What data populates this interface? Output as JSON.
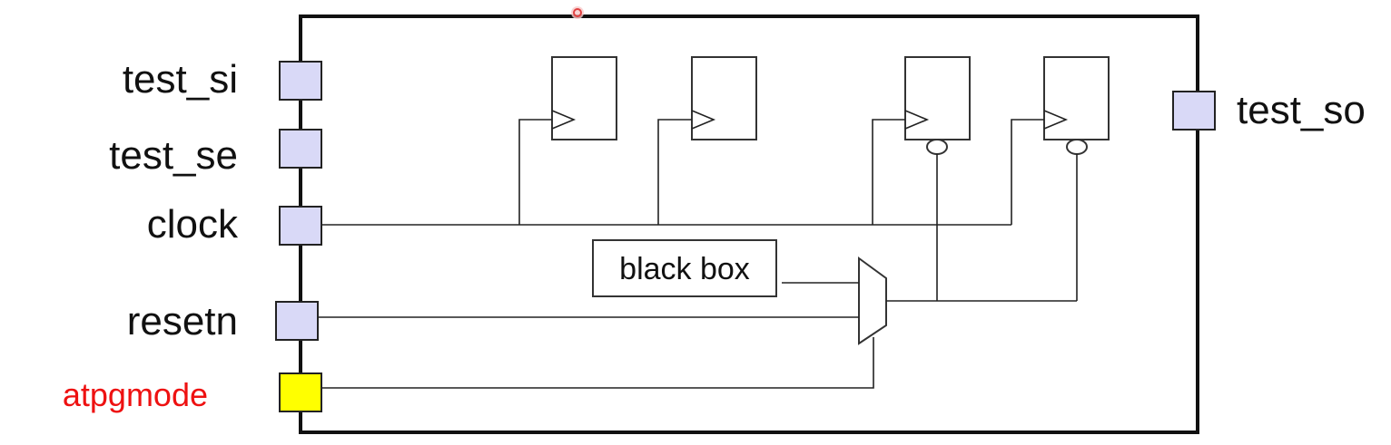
{
  "colors": {
    "pad_fill": "#d9d9f7",
    "mode_pad_fill": "#ffff00",
    "mode_label": "#ee1111",
    "outline": "#111111",
    "cursor_dot": "#e04040"
  },
  "ports": {
    "inputs": [
      {
        "label": "test_si",
        "highlight": false
      },
      {
        "label": "test_se",
        "highlight": false
      },
      {
        "label": "clock",
        "highlight": false
      },
      {
        "label": "resetn",
        "highlight": false
      },
      {
        "label": "atpgmode",
        "highlight": true
      }
    ],
    "output": {
      "label": "test_so"
    }
  },
  "black_box": {
    "label": "black box"
  },
  "flip_flops": [
    {
      "reset_bubble": false
    },
    {
      "reset_bubble": false
    },
    {
      "reset_bubble": true
    },
    {
      "reset_bubble": true
    }
  ],
  "mux": {
    "inputs": [
      "black box",
      "resetn"
    ],
    "select": "atpgmode"
  }
}
